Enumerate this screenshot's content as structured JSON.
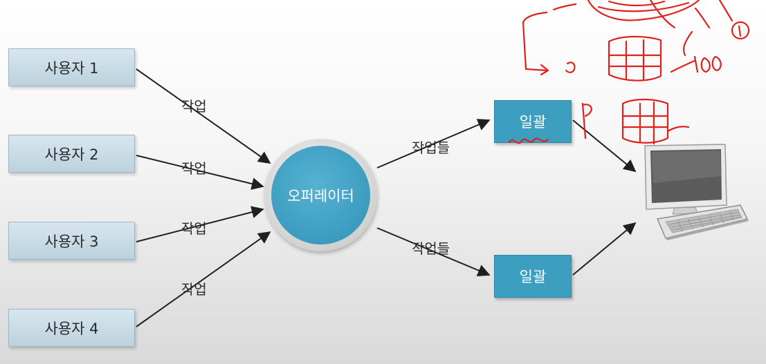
{
  "diagram": {
    "users": [
      {
        "label": "사용자 1"
      },
      {
        "label": "사용자 2"
      },
      {
        "label": "사용자 3"
      },
      {
        "label": "사용자 4"
      }
    ],
    "operator": {
      "label": "오퍼레이터"
    },
    "batches": [
      {
        "label": "일괄"
      },
      {
        "label": "일괄"
      }
    ],
    "edge_labels": {
      "job": "작업",
      "jobs": "작업들"
    }
  },
  "colors": {
    "user_box": "#c9dce6",
    "accent_blue": "#3c9fc0",
    "arrow": "#1f1f1f",
    "annotation_ink": "#e0201a"
  },
  "icons": [
    "computer-icon",
    "keyboard-icon"
  ]
}
